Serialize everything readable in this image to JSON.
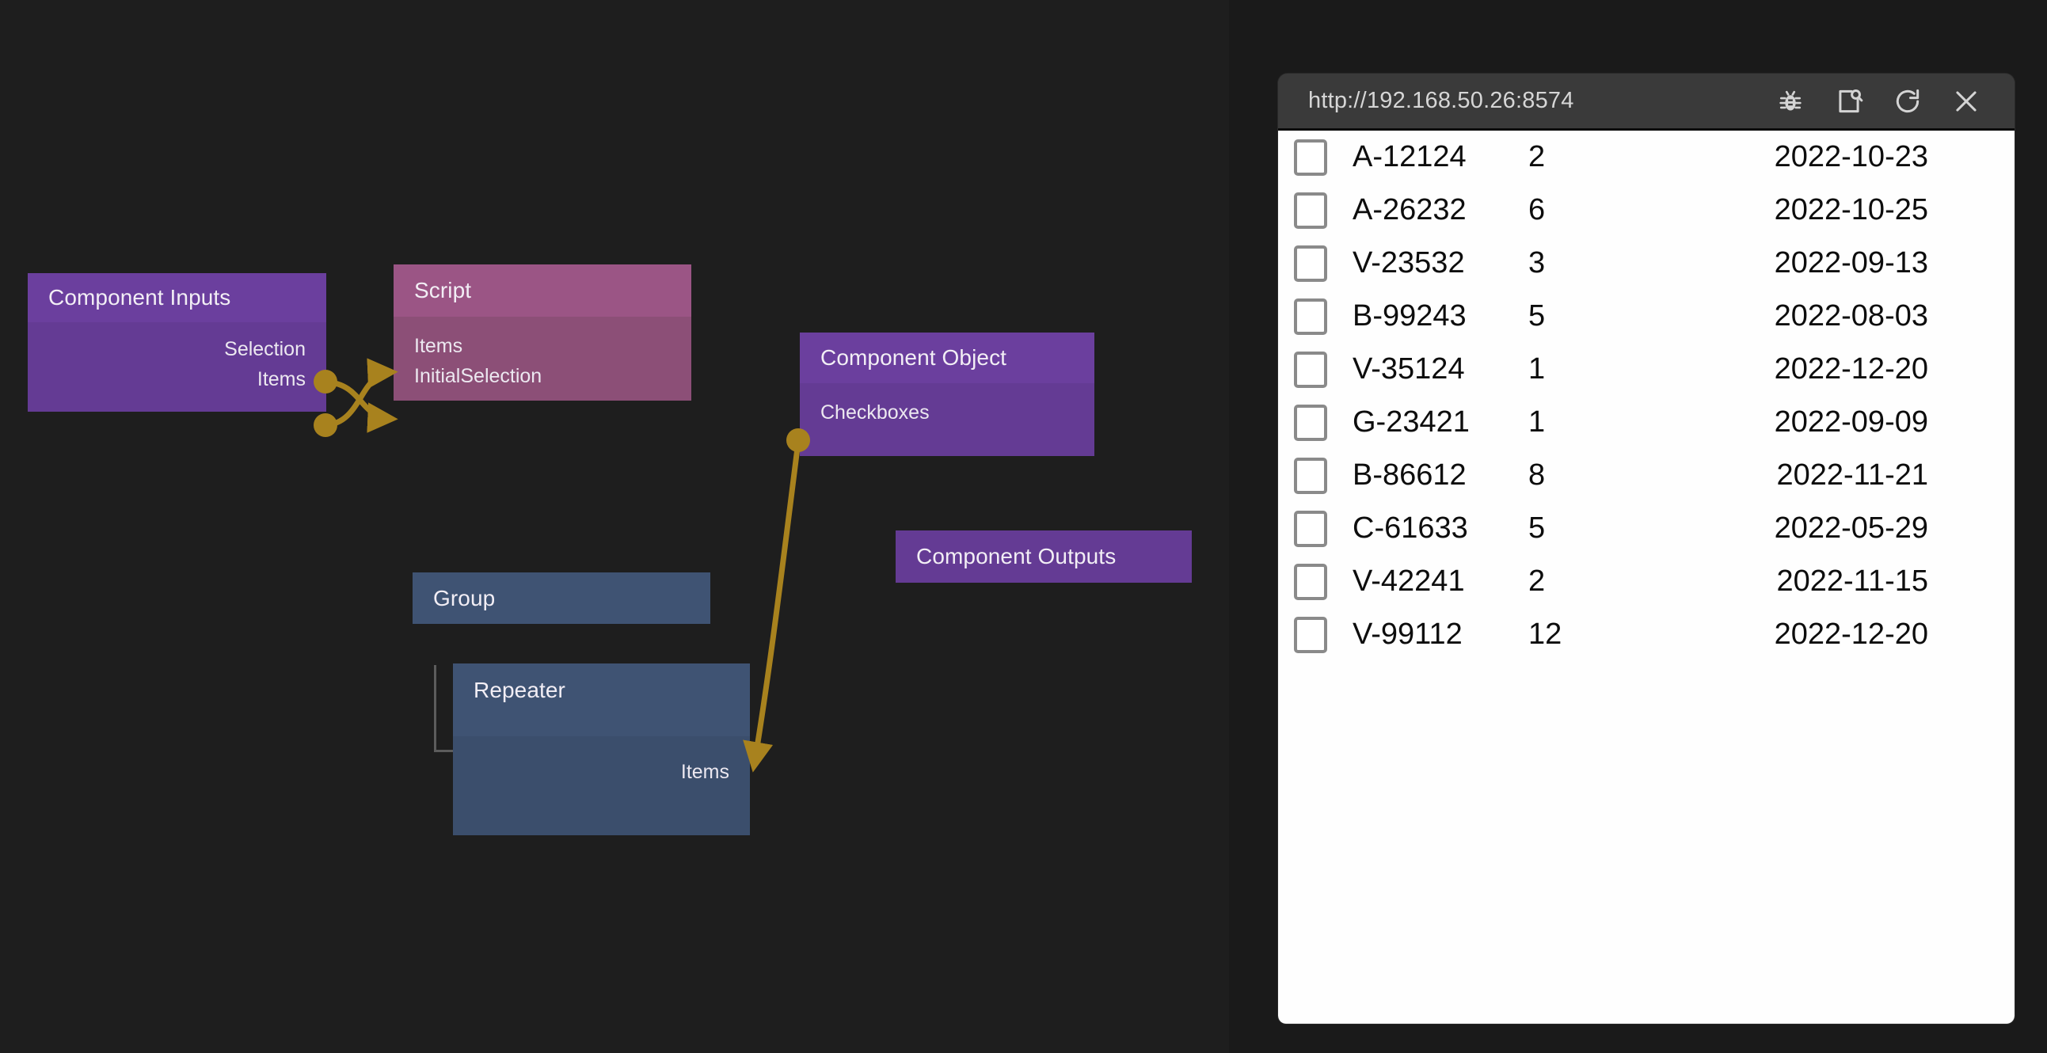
{
  "designer": {
    "nodes": [
      {
        "id": "component-inputs",
        "title": "Component Inputs",
        "ports": [
          "Selection",
          "Items"
        ],
        "kind": "purple"
      },
      {
        "id": "script",
        "title": "Script",
        "ports": [
          "Items",
          "InitialSelection"
        ],
        "kind": "mauve"
      },
      {
        "id": "component-object",
        "title": "Component Object",
        "ports": [
          "Checkboxes"
        ],
        "kind": "purple"
      },
      {
        "id": "component-outputs",
        "title": "Component Outputs",
        "ports": [],
        "kind": "purple"
      },
      {
        "id": "group",
        "title": "Group",
        "ports": [],
        "kind": "slate"
      },
      {
        "id": "repeater",
        "title": "Repeater",
        "ports": [
          "Items"
        ],
        "kind": "slate"
      }
    ],
    "wire_color": "#a8821e",
    "connections": [
      {
        "from": "Component Inputs.Selection",
        "to": "Script.InitialSelection"
      },
      {
        "from": "Component Inputs.Items",
        "to": "Script.Items"
      },
      {
        "from": "Component Object.Checkboxes",
        "to": "Repeater.Items"
      }
    ]
  },
  "browser": {
    "url": "http://192.168.50.26:8574",
    "toolbar_icons": [
      "bug-icon",
      "inspect-page-icon",
      "reload-icon",
      "close-icon"
    ],
    "table": {
      "rows": [
        {
          "id": "A-12124",
          "qty": "2",
          "date": "2022-10-23",
          "checked": false
        },
        {
          "id": "A-26232",
          "qty": "6",
          "date": "2022-10-25",
          "checked": false
        },
        {
          "id": "V-23532",
          "qty": "3",
          "date": "2022-09-13",
          "checked": false
        },
        {
          "id": "B-99243",
          "qty": "5",
          "date": "2022-08-03",
          "checked": false
        },
        {
          "id": "V-35124",
          "qty": "1",
          "date": "2022-12-20",
          "checked": false
        },
        {
          "id": "G-23421",
          "qty": "1",
          "date": "2022-09-09",
          "checked": false
        },
        {
          "id": "B-86612",
          "qty": "8",
          "date": "2022-11-21",
          "checked": false
        },
        {
          "id": "C-61633",
          "qty": "5",
          "date": "2022-05-29",
          "checked": false
        },
        {
          "id": "V-42241",
          "qty": "2",
          "date": "2022-11-15",
          "checked": false
        },
        {
          "id": "V-99112",
          "qty": "12",
          "date": "2022-12-20",
          "checked": false
        }
      ]
    }
  }
}
